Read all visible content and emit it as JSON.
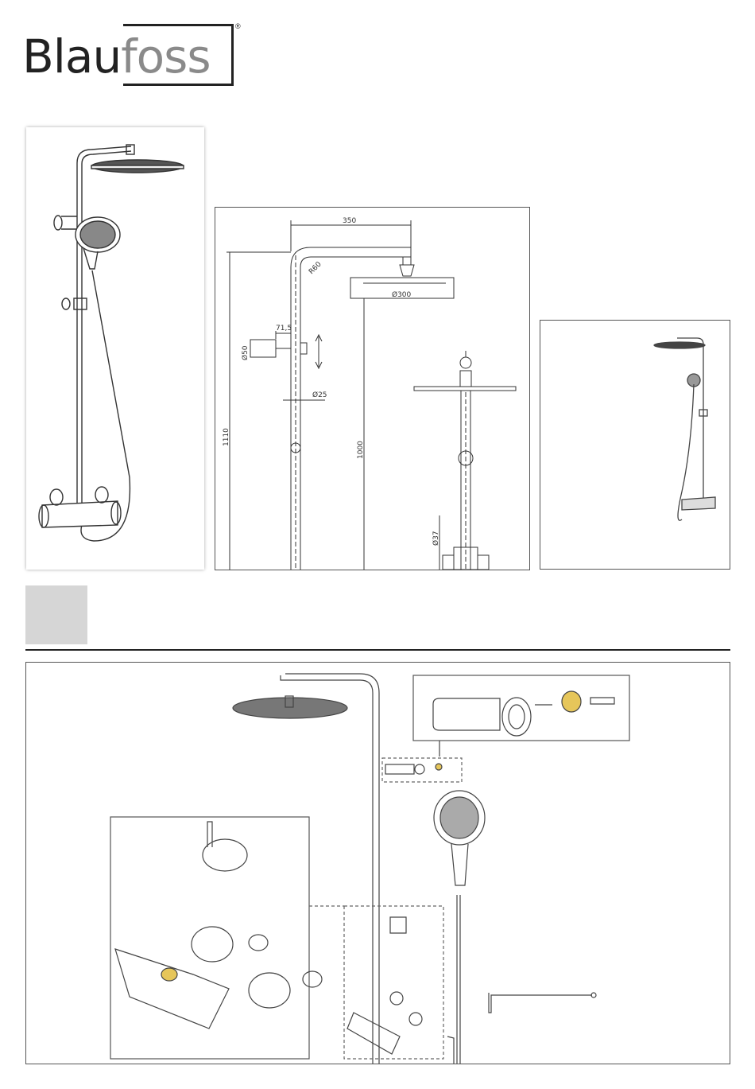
{
  "brand": {
    "name_part1": "Blau",
    "name_part2": "foss",
    "registered": "®"
  },
  "dimensions": {
    "width_350": "350",
    "radius": "R60",
    "head_diameter": "Ø300",
    "offset_71_5": "71,5",
    "wall_diameter": "Ø50",
    "pipe_diameter": "Ø25",
    "height_1110": "1110",
    "height_1000": "1000",
    "diameter_37": "Ø37"
  },
  "colors": {
    "brass": "#e6c65a",
    "line": "#333333",
    "panel_border": "#555555",
    "grey_square": "#d6d6d6"
  }
}
